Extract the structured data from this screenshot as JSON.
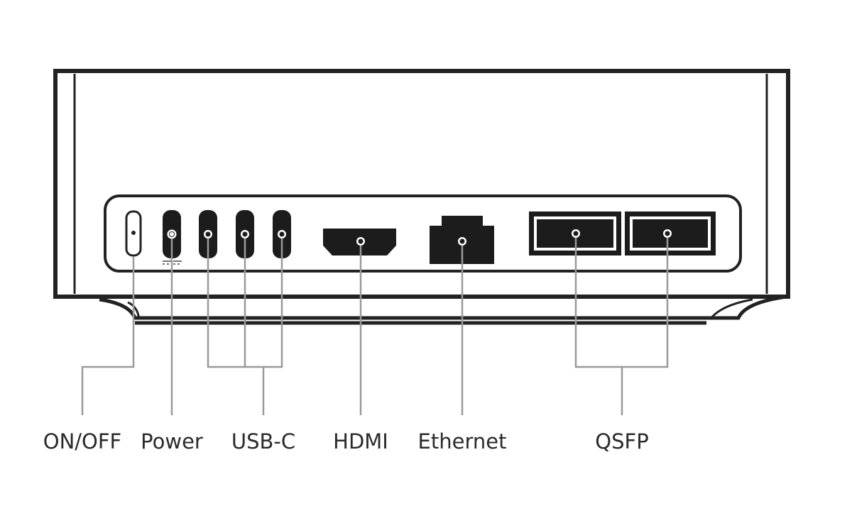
{
  "labels": {
    "on_off": "ON/OFF",
    "power": "Power",
    "usb_c": "USB-C",
    "hdmi": "HDMI",
    "ethernet": "Ethernet",
    "qsfp": "QSFP"
  },
  "colors": {
    "line": "#222222",
    "port_fill": "#1c1c1c",
    "leader": "#9a9a9a",
    "background": "#ffffff"
  },
  "icons": {
    "power_symbol": "dc-power-symbol"
  }
}
